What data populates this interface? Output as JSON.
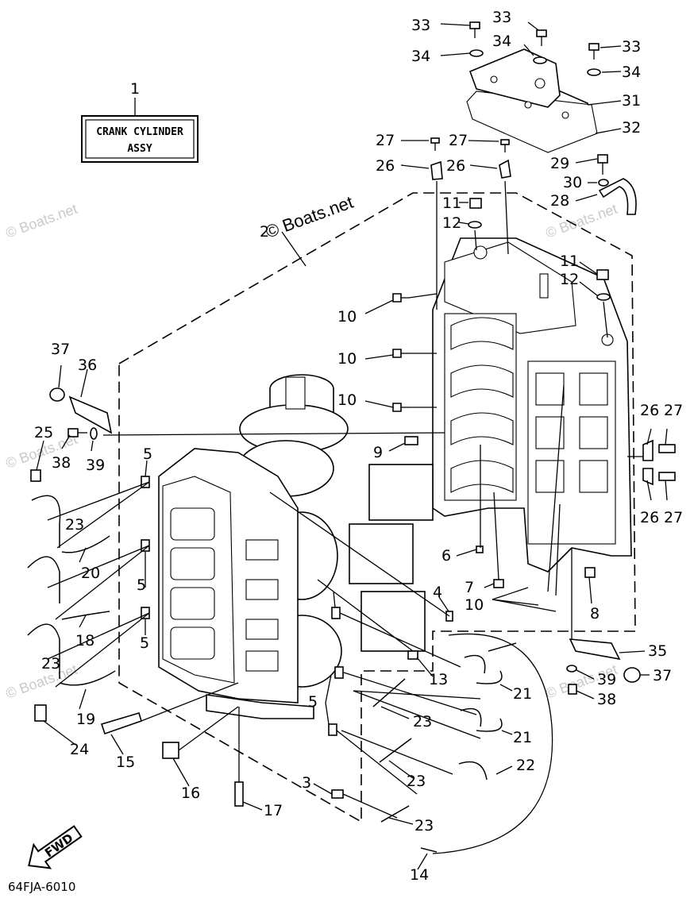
{
  "diagram": {
    "code": "64FJA-6010",
    "watermark": "© Boats.net",
    "fwd_label": "FWD",
    "title_box": {
      "ref": "1",
      "line1": "CRANK CYLINDER",
      "line2": "ASSY"
    },
    "callouts": [
      "33",
      "33",
      "33",
      "34",
      "34",
      "34",
      "31",
      "32",
      "27",
      "27",
      "29",
      "30",
      "28",
      "26",
      "26",
      "11",
      "12",
      "2",
      "11",
      "12",
      "10",
      "10",
      "10",
      "37",
      "36",
      "25",
      "38",
      "39",
      "26",
      "27",
      "9",
      "26",
      "27",
      "5",
      "23",
      "20",
      "5",
      "5",
      "18",
      "23",
      "19",
      "24",
      "15",
      "16",
      "17",
      "3",
      "13",
      "4",
      "6",
      "7",
      "10",
      "8",
      "21",
      "21",
      "22",
      "23",
      "23",
      "23",
      "35",
      "39",
      "37",
      "38",
      "5",
      "14"
    ]
  }
}
